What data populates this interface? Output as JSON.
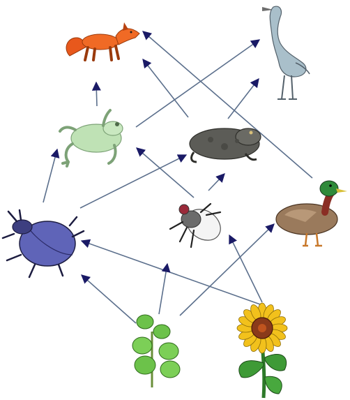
{
  "diagram": {
    "type": "food-web",
    "organisms": [
      {
        "id": "fox",
        "icon": "fox-icon"
      },
      {
        "id": "heron",
        "icon": "heron-icon"
      },
      {
        "id": "frog",
        "icon": "frog-icon"
      },
      {
        "id": "toad",
        "icon": "toad-icon"
      },
      {
        "id": "beetle",
        "icon": "beetle-icon"
      },
      {
        "id": "fly",
        "icon": "fly-icon"
      },
      {
        "id": "duck",
        "icon": "duck-icon"
      },
      {
        "id": "plant",
        "icon": "plant-icon"
      },
      {
        "id": "sunflower",
        "icon": "sunflower-icon"
      }
    ],
    "links": [
      {
        "from": "frog",
        "to": "fox"
      },
      {
        "from": "toad",
        "to": "fox"
      },
      {
        "from": "duck",
        "to": "fox"
      },
      {
        "from": "frog",
        "to": "heron"
      },
      {
        "from": "toad",
        "to": "heron"
      },
      {
        "from": "beetle",
        "to": "frog"
      },
      {
        "from": "fly",
        "to": "frog"
      },
      {
        "from": "beetle",
        "to": "toad"
      },
      {
        "from": "fly",
        "to": "toad"
      },
      {
        "from": "plant",
        "to": "beetle"
      },
      {
        "from": "sunflower",
        "to": "beetle"
      },
      {
        "from": "plant",
        "to": "fly"
      },
      {
        "from": "sunflower",
        "to": "fly"
      },
      {
        "from": "plant",
        "to": "duck"
      }
    ],
    "colors": {
      "arrow_line": "#5b6f8c",
      "arrow_head": "#1a1a66"
    }
  }
}
